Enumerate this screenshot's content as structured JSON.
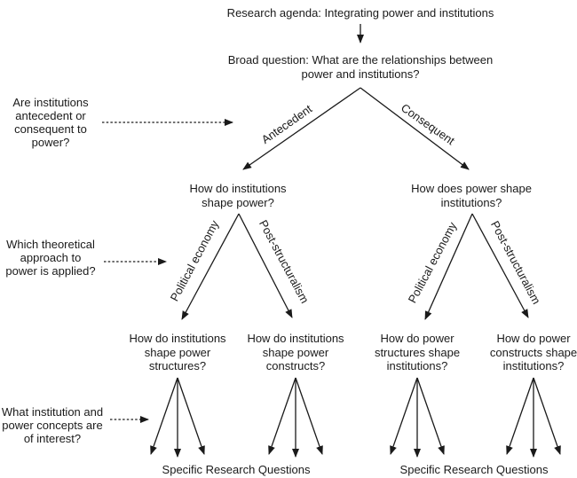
{
  "tree": {
    "root_label": "Research agenda: Integrating power and institutions",
    "broad_question": {
      "line1": "Broad question: What are the relationships between",
      "line2": "power and institutions?"
    },
    "level1_branches": {
      "left": "Antecedent",
      "right": "Consequent"
    },
    "level2_nodes": {
      "left": {
        "line1": "How do institutions",
        "line2": "shape power?"
      },
      "right": {
        "line1": "How does power shape",
        "line2": "institutions?"
      }
    },
    "level2_branches": {
      "left": "Political economy",
      "right": "Post-structuralism"
    },
    "level3_nodes": [
      {
        "line1": "How do institutions",
        "line2": "shape power",
        "line3": "structures?"
      },
      {
        "line1": "How do institutions",
        "line2": "shape power",
        "line3": "constructs?"
      },
      {
        "line1": "How do power",
        "line2": "structures shape",
        "line3": "institutions?"
      },
      {
        "line1": "How do power",
        "line2": "constructs shape",
        "line3": "institutions?"
      }
    ],
    "leaf_labels": {
      "left": "Specific Research Questions",
      "right": "Specific Research Questions"
    }
  },
  "annotations": [
    {
      "line1": "Are institutions",
      "line2": "antecedent or",
      "line3": "consequent to",
      "line4": "power?"
    },
    {
      "line1": "Which theoretical",
      "line2": "approach to",
      "line3": "power is applied?"
    },
    {
      "line1": "What institution and",
      "line2": "power concepts are",
      "line3": "of interest?"
    }
  ],
  "colors": {
    "background": "#ffffff",
    "line": "#1a1a1a",
    "text": "#1a1a1a"
  }
}
